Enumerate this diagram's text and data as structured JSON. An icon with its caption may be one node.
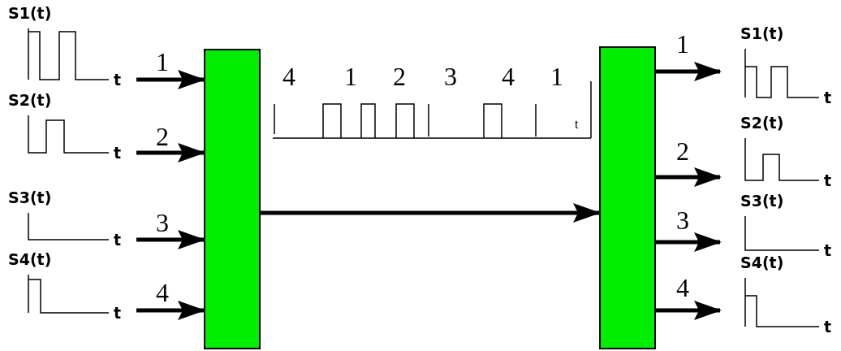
{
  "diagram": {
    "nodes": [
      {
        "text": [
          "S1(t)",
          "t"
        ]
      },
      {
        "text": [
          "S2(t)",
          "t"
        ]
      },
      {
        "text": [
          "S3(t)",
          "t"
        ]
      },
      {
        "text": [
          "S4(t)",
          "t"
        ]
      },
      {
        "text": [],
        "shape": "box"
      },
      {
        "text": [],
        "shape": "box"
      },
      {
        "text": [
          "S1(t)",
          "t"
        ]
      },
      {
        "text": [
          "S2(t)",
          "t"
        ]
      },
      {
        "text": [
          "S3(t)",
          "t"
        ]
      },
      {
        "text": [
          "S4(t)",
          "t"
        ]
      }
    ],
    "edges": [
      {
        "from": 0,
        "to": 4,
        "arrow": "to",
        "label": "1"
      },
      {
        "from": 1,
        "to": 4,
        "arrow": "to",
        "label": "2"
      },
      {
        "from": 2,
        "to": 4,
        "arrow": "to",
        "label": "3"
      },
      {
        "from": 3,
        "to": 4,
        "arrow": "to",
        "label": "4"
      },
      {
        "from": 4,
        "to": 5,
        "arrow": "to"
      },
      {
        "from": 5,
        "to": 6,
        "arrow": "to",
        "label": "1"
      },
      {
        "from": 5,
        "to": 7,
        "arrow": "to",
        "label": "2"
      },
      {
        "from": 5,
        "to": 8,
        "arrow": "to",
        "label": "3"
      },
      {
        "from": 5,
        "to": 9,
        "arrow": "to",
        "label": "4"
      }
    ],
    "labels": [
      "4",
      "1",
      "2",
      "3",
      "4",
      "1",
      "t"
    ]
  }
}
